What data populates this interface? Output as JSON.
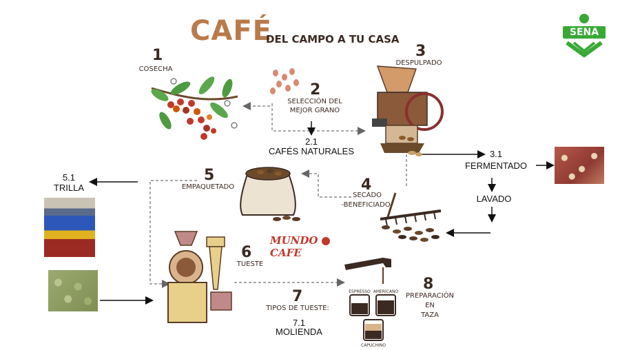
{
  "title": {
    "main": "CAFÉ",
    "sub": "DEL CAMPO A TU CASA"
  },
  "logo": {
    "text": "SENA",
    "color": "#39a935"
  },
  "brand": {
    "left": "MUNDO",
    "right": "CAFE",
    "color": "#c0392b"
  },
  "steps": [
    {
      "num": "1",
      "label": "COSECHA"
    },
    {
      "num": "2",
      "label_line1": "SELECCIÓN DEL",
      "label_line2": "MEJOR GRANO"
    },
    {
      "num": "3",
      "label": "DESPULPADO"
    },
    {
      "num": "4",
      "label_line1": "SECADO",
      "label_line2": "-BENEFICIADO-"
    },
    {
      "num": "5",
      "label": "EMPAQUETADO"
    },
    {
      "num": "6",
      "label": "TUESTE"
    },
    {
      "num": "7",
      "label": "TIPOS DE  TUESTE:"
    },
    {
      "num": "8",
      "label_line1": "PREPARACIÓN",
      "label_line2": "EN",
      "label_line3": "TAZA"
    }
  ],
  "notes": {
    "n21_num": "2.1",
    "n21_text": "CAFÉS NATURALES",
    "n31_num": "3.1",
    "n31_text": "FERMENTADO",
    "lavado": "LAVADO",
    "n51_num": "5.1",
    "n51_text": "TRILLA",
    "n71_num": "7.1",
    "n71_text": "MOLIENDA"
  },
  "cups": {
    "espresso": "ESPRESSO",
    "americano": "AMERICANO",
    "capuchino": "CAPUCHINO"
  }
}
